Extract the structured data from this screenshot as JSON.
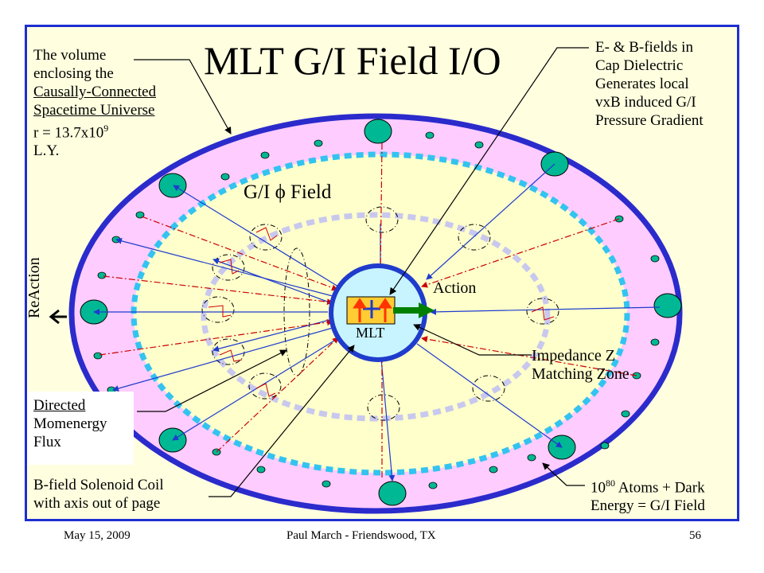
{
  "slide": {
    "title": "MLT G/I Field I/O",
    "footer": {
      "date": "May 15, 2009",
      "author": "Paul March - Friendswood, TX",
      "page": "56"
    }
  },
  "notes": {
    "universe": {
      "line1": "The volume",
      "line2": "enclosing the",
      "line3": "Causally-Connected",
      "line4": "Spacetime Universe",
      "radius_prefix": "r = 13.7x10",
      "radius_exp": "9",
      "radius_unit": "L.Y."
    },
    "fields": {
      "line1": "E- & B-fields in",
      "line2": "Cap Dielectric",
      "line3": "Generates local",
      "line4": "vxB induced G/I",
      "line5": "Pressure Gradient"
    },
    "flux": {
      "line1": "Directed",
      "line2": "Momenergy",
      "line3": "Flux"
    },
    "coil": {
      "line1": "B-field Solenoid Coil",
      "line2": "with axis out of page"
    },
    "atoms": {
      "base": "10",
      "exp": "80",
      "line1_rest": " Atoms + Dark",
      "line2": "Energy = G/I Field"
    },
    "impedance": {
      "line1": "Impedance Z",
      "line2": "Matching Zone"
    }
  },
  "labels": {
    "gi_field": "G/I ϕ Field",
    "action": "Action",
    "mlt": "MLT",
    "reaction": "ReAction"
  },
  "colors": {
    "frame_blue": "#1e2fd0",
    "background": "#ffffe0",
    "ring": "#ffccff",
    "inner": "#ffffcc",
    "atom": "#00b894",
    "dashed_ring": "#33c3f0",
    "inner_dash": "#c8c8ee",
    "ray_red": "#cc0000",
    "ray_blue": "#1f3ccc",
    "device": "#ffcc33",
    "action_arrow": "#008000"
  }
}
